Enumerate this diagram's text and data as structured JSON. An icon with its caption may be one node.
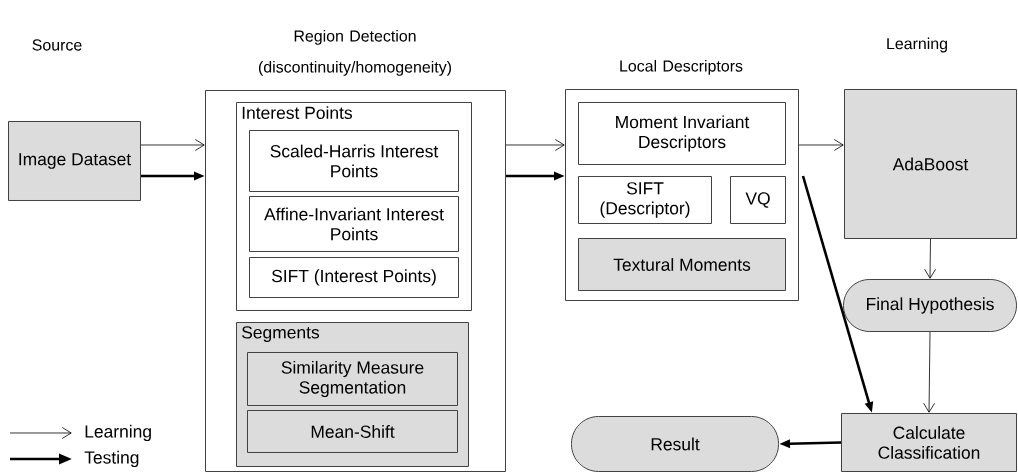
{
  "diagram": {
    "nodes": [
      {
        "text": [
          "Image Dataset"
        ]
      },
      {
        "text": [
          "Region Detection (discontinuity/homogeneity)"
        ]
      },
      {
        "text": [
          "Interest Points"
        ],
        "in": 1
      },
      {
        "text": [
          "Scaled-Harris Interest Points"
        ],
        "in": 2
      },
      {
        "text": [
          "Affine-Invariant Interest Points"
        ],
        "in": 2
      },
      {
        "text": [
          "SIFT (Interest Points)"
        ],
        "in": 2
      },
      {
        "text": [
          "Segments"
        ],
        "in": 1
      },
      {
        "text": [
          "Similarity Measure Segmentation"
        ],
        "in": 6
      },
      {
        "text": [
          "Mean-Shift"
        ],
        "in": 6
      },
      {
        "text": [
          "Local Descriptors"
        ]
      },
      {
        "text": [
          "Moment Invariant Descriptors"
        ],
        "in": 9
      },
      {
        "text": [
          "SIFT (Descriptor)"
        ],
        "in": 9
      },
      {
        "text": [
          "VQ"
        ],
        "in": 9
      },
      {
        "text": [
          "Textural Moments"
        ],
        "in": 9
      },
      {
        "text": [
          "AdaBoost"
        ]
      },
      {
        "text": [
          "Final Hypothesis"
        ]
      },
      {
        "text": [
          "Calculate Classification"
        ]
      },
      {
        "text": [
          "Result"
        ]
      }
    ],
    "edges": [
      {
        "from": 0,
        "to": 1,
        "arrow": "to"
      },
      {
        "from": 0,
        "to": 1,
        "arrow": "to",
        "style": "thick"
      },
      {
        "from": 1,
        "to": 9,
        "arrow": "to"
      },
      {
        "from": 1,
        "to": 9,
        "arrow": "to",
        "style": "thick"
      },
      {
        "from": 9,
        "to": 14,
        "arrow": "to"
      },
      {
        "from": 9,
        "to": 16,
        "arrow": "to",
        "style": "thick"
      },
      {
        "from": 14,
        "to": 15,
        "arrow": "to"
      },
      {
        "from": 15,
        "to": 16,
        "arrow": "to"
      },
      {
        "from": 16,
        "to": 17,
        "arrow": "to",
        "style": "thick"
      }
    ],
    "labels": [
      "Source",
      "Learning"
    ],
    "legend": [
      {
        "text": "Learning"
      },
      {
        "text": "Testing"
      }
    ]
  }
}
